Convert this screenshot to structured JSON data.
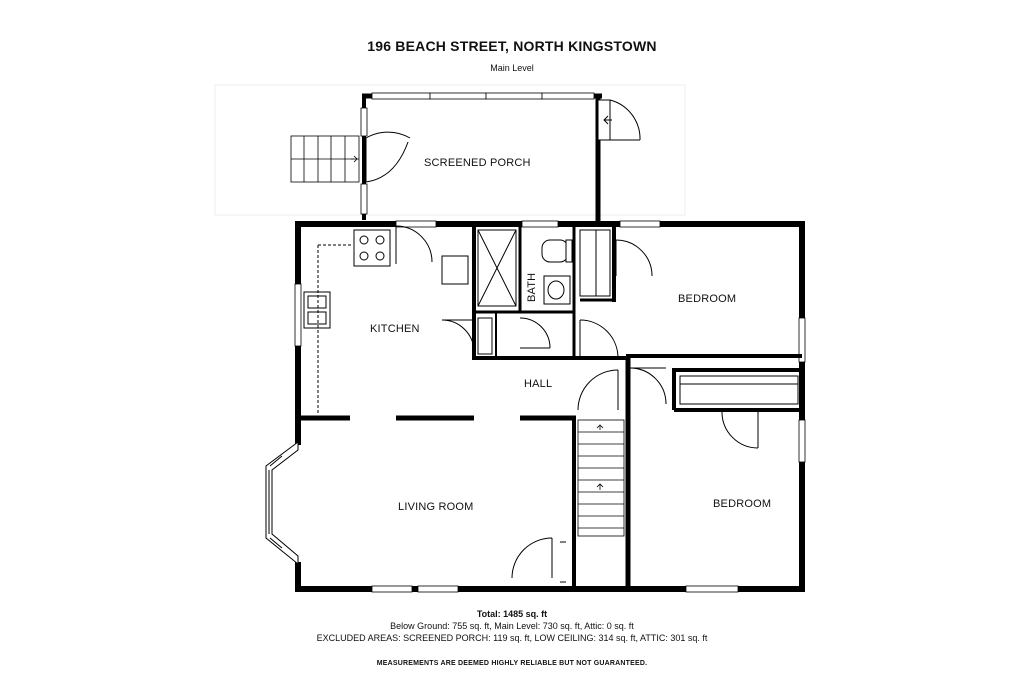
{
  "header": {
    "title": "196 BEACH STREET, NORTH KINGSTOWN",
    "subtitle": "Main Level"
  },
  "rooms": {
    "screened_porch": "SCREENED PORCH",
    "kitchen": "KITCHEN",
    "bath": "BATH",
    "bedroom_upper": "BEDROOM",
    "hall": "HALL",
    "living_room": "LIVING ROOM",
    "bedroom_lower": "BEDROOM"
  },
  "footer": {
    "total": "Total: 1485 sq. ft",
    "below": "Below Ground: 755 sq. ft, Main Level: 730 sq. ft, Attic: 0 sq. ft",
    "excluded": "EXCLUDED AREAS: SCREENED PORCH: 119 sq. ft, LOW CEILING: 314 sq. ft, ATTIC: 301 sq. ft",
    "disclaimer": "MEASUREMENTS ARE DEEMED HIGHLY RELIABLE BUT NOT GUARANTEED."
  }
}
